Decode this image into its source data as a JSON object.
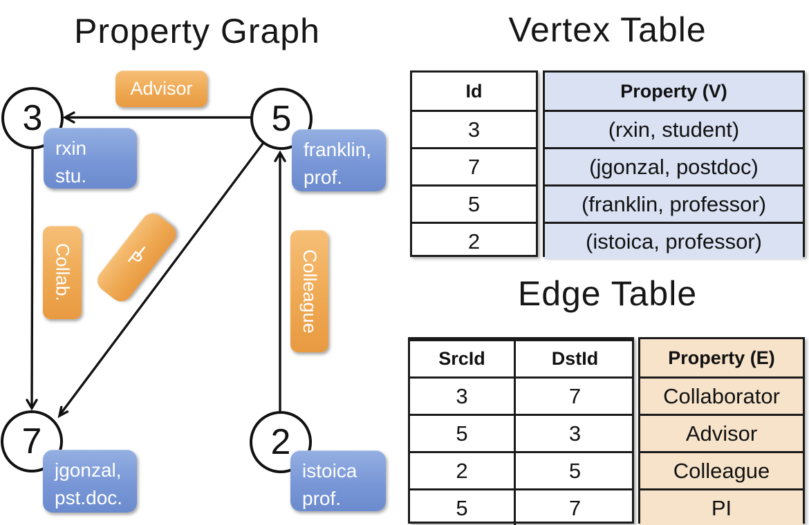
{
  "graph_panel": {
    "title": "Property Graph",
    "vertices": [
      {
        "id": "3",
        "line1": "rxin",
        "line2": "stu."
      },
      {
        "id": "5",
        "line1": "franklin,",
        "line2": "prof."
      },
      {
        "id": "7",
        "line1": "jgonzal,",
        "line2": "pst.doc."
      },
      {
        "id": "2",
        "line1": "istoica",
        "line2": "prof."
      }
    ],
    "edge_labels": {
      "advisor": "Advisor",
      "collab": "Collab.",
      "pi": "PI",
      "colleague": "Colleague"
    },
    "edge_arrows": [
      {
        "from": "5",
        "to": "3"
      },
      {
        "from": "3",
        "to": "7"
      },
      {
        "from": "5",
        "to": "7"
      },
      {
        "from": "2",
        "to": "5"
      }
    ]
  },
  "vertex_table": {
    "title": "Vertex Table",
    "id_header": "Id",
    "property_header": "Property (V)",
    "ids": [
      "3",
      "7",
      "5",
      "2"
    ],
    "properties": [
      "(rxin, student)",
      "(jgonzal, postdoc)",
      "(franklin, professor)",
      "(istoica, professor)"
    ]
  },
  "edge_table": {
    "title": "Edge Table",
    "src_header": "SrcId",
    "dst_header": "DstId",
    "property_header": "Property (E)",
    "rows": [
      {
        "src": "3",
        "dst": "7",
        "property": "Collaborator"
      },
      {
        "src": "5",
        "dst": "3",
        "property": "Advisor"
      },
      {
        "src": "2",
        "dst": "5",
        "property": "Colleague"
      },
      {
        "src": "5",
        "dst": "7",
        "property": "PI"
      }
    ]
  },
  "colors": {
    "edge_label_orange_top": "#F6BF77",
    "edge_label_orange_bottom": "#E89A41",
    "vertex_label_blue_top": "#94AFE1",
    "vertex_label_blue_bottom": "#6B8BCE",
    "vertex_table_cell_fill": "#D9E1F3",
    "edge_table_cell_fill": "#F7E3CA",
    "line_color": "#111111"
  }
}
